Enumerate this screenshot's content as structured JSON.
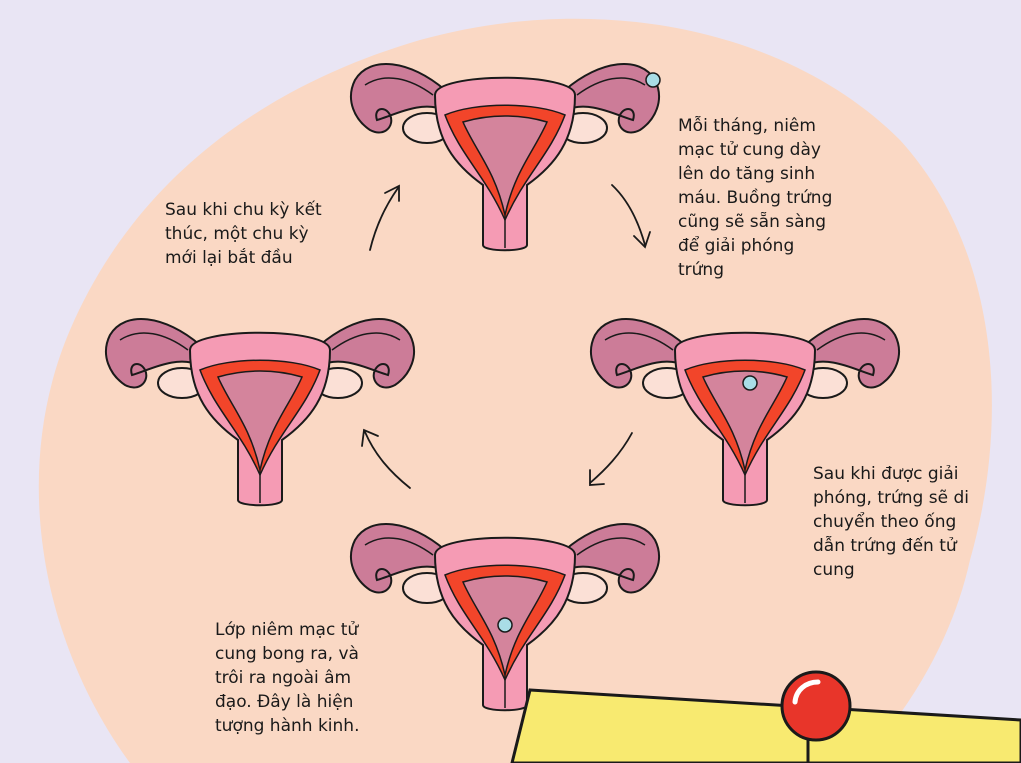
{
  "colors": {
    "background": "#e9e5f4",
    "blob": "#fad8c4",
    "uterus_pink": "#f59bb4",
    "tube_mauve": "#cc7c98",
    "ovary_pale": "#fbe0d6",
    "lining_red": "#f2452a",
    "cavity_mauve": "#d4849c",
    "egg_blue": "#a9dde6",
    "outline": "#1a1a1a",
    "note_yellow": "#f8ea70",
    "pin_red": "#e8352a"
  },
  "icons": {
    "stage_1": "uterus-icon-thickening",
    "stage_2": "uterus-icon-ovulation",
    "stage_3": "uterus-icon-menstruation",
    "stage_4": "uterus-icon-new-cycle",
    "egg": "egg-icon",
    "arrows": "curved-arrow-icon",
    "note": "sticky-note-icon",
    "pin": "pushpin-icon"
  },
  "captions": {
    "thickening": [
      "Mỗi tháng, niêm",
      "mạc tử cung dày",
      "lên do tăng sinh",
      "máu. Buồng trứng",
      "cũng sẽ sẵn sàng",
      "để giải phóng",
      "trứng"
    ],
    "ovulation": [
      "Sau khi được giải",
      "phóng, trứng sẽ di",
      "chuyển theo ống",
      "dẫn trứng đến tử",
      "cung"
    ],
    "menstruation": [
      "Lớp niêm mạc tử",
      "cung bong ra, và",
      "trôi ra ngoài âm",
      "đạo. Đây là hiện",
      "tượng hành kinh."
    ],
    "new_cycle": [
      "Sau khi chu kỳ kết",
      "thúc, một chu kỳ",
      "mới lại bắt đầu"
    ]
  }
}
